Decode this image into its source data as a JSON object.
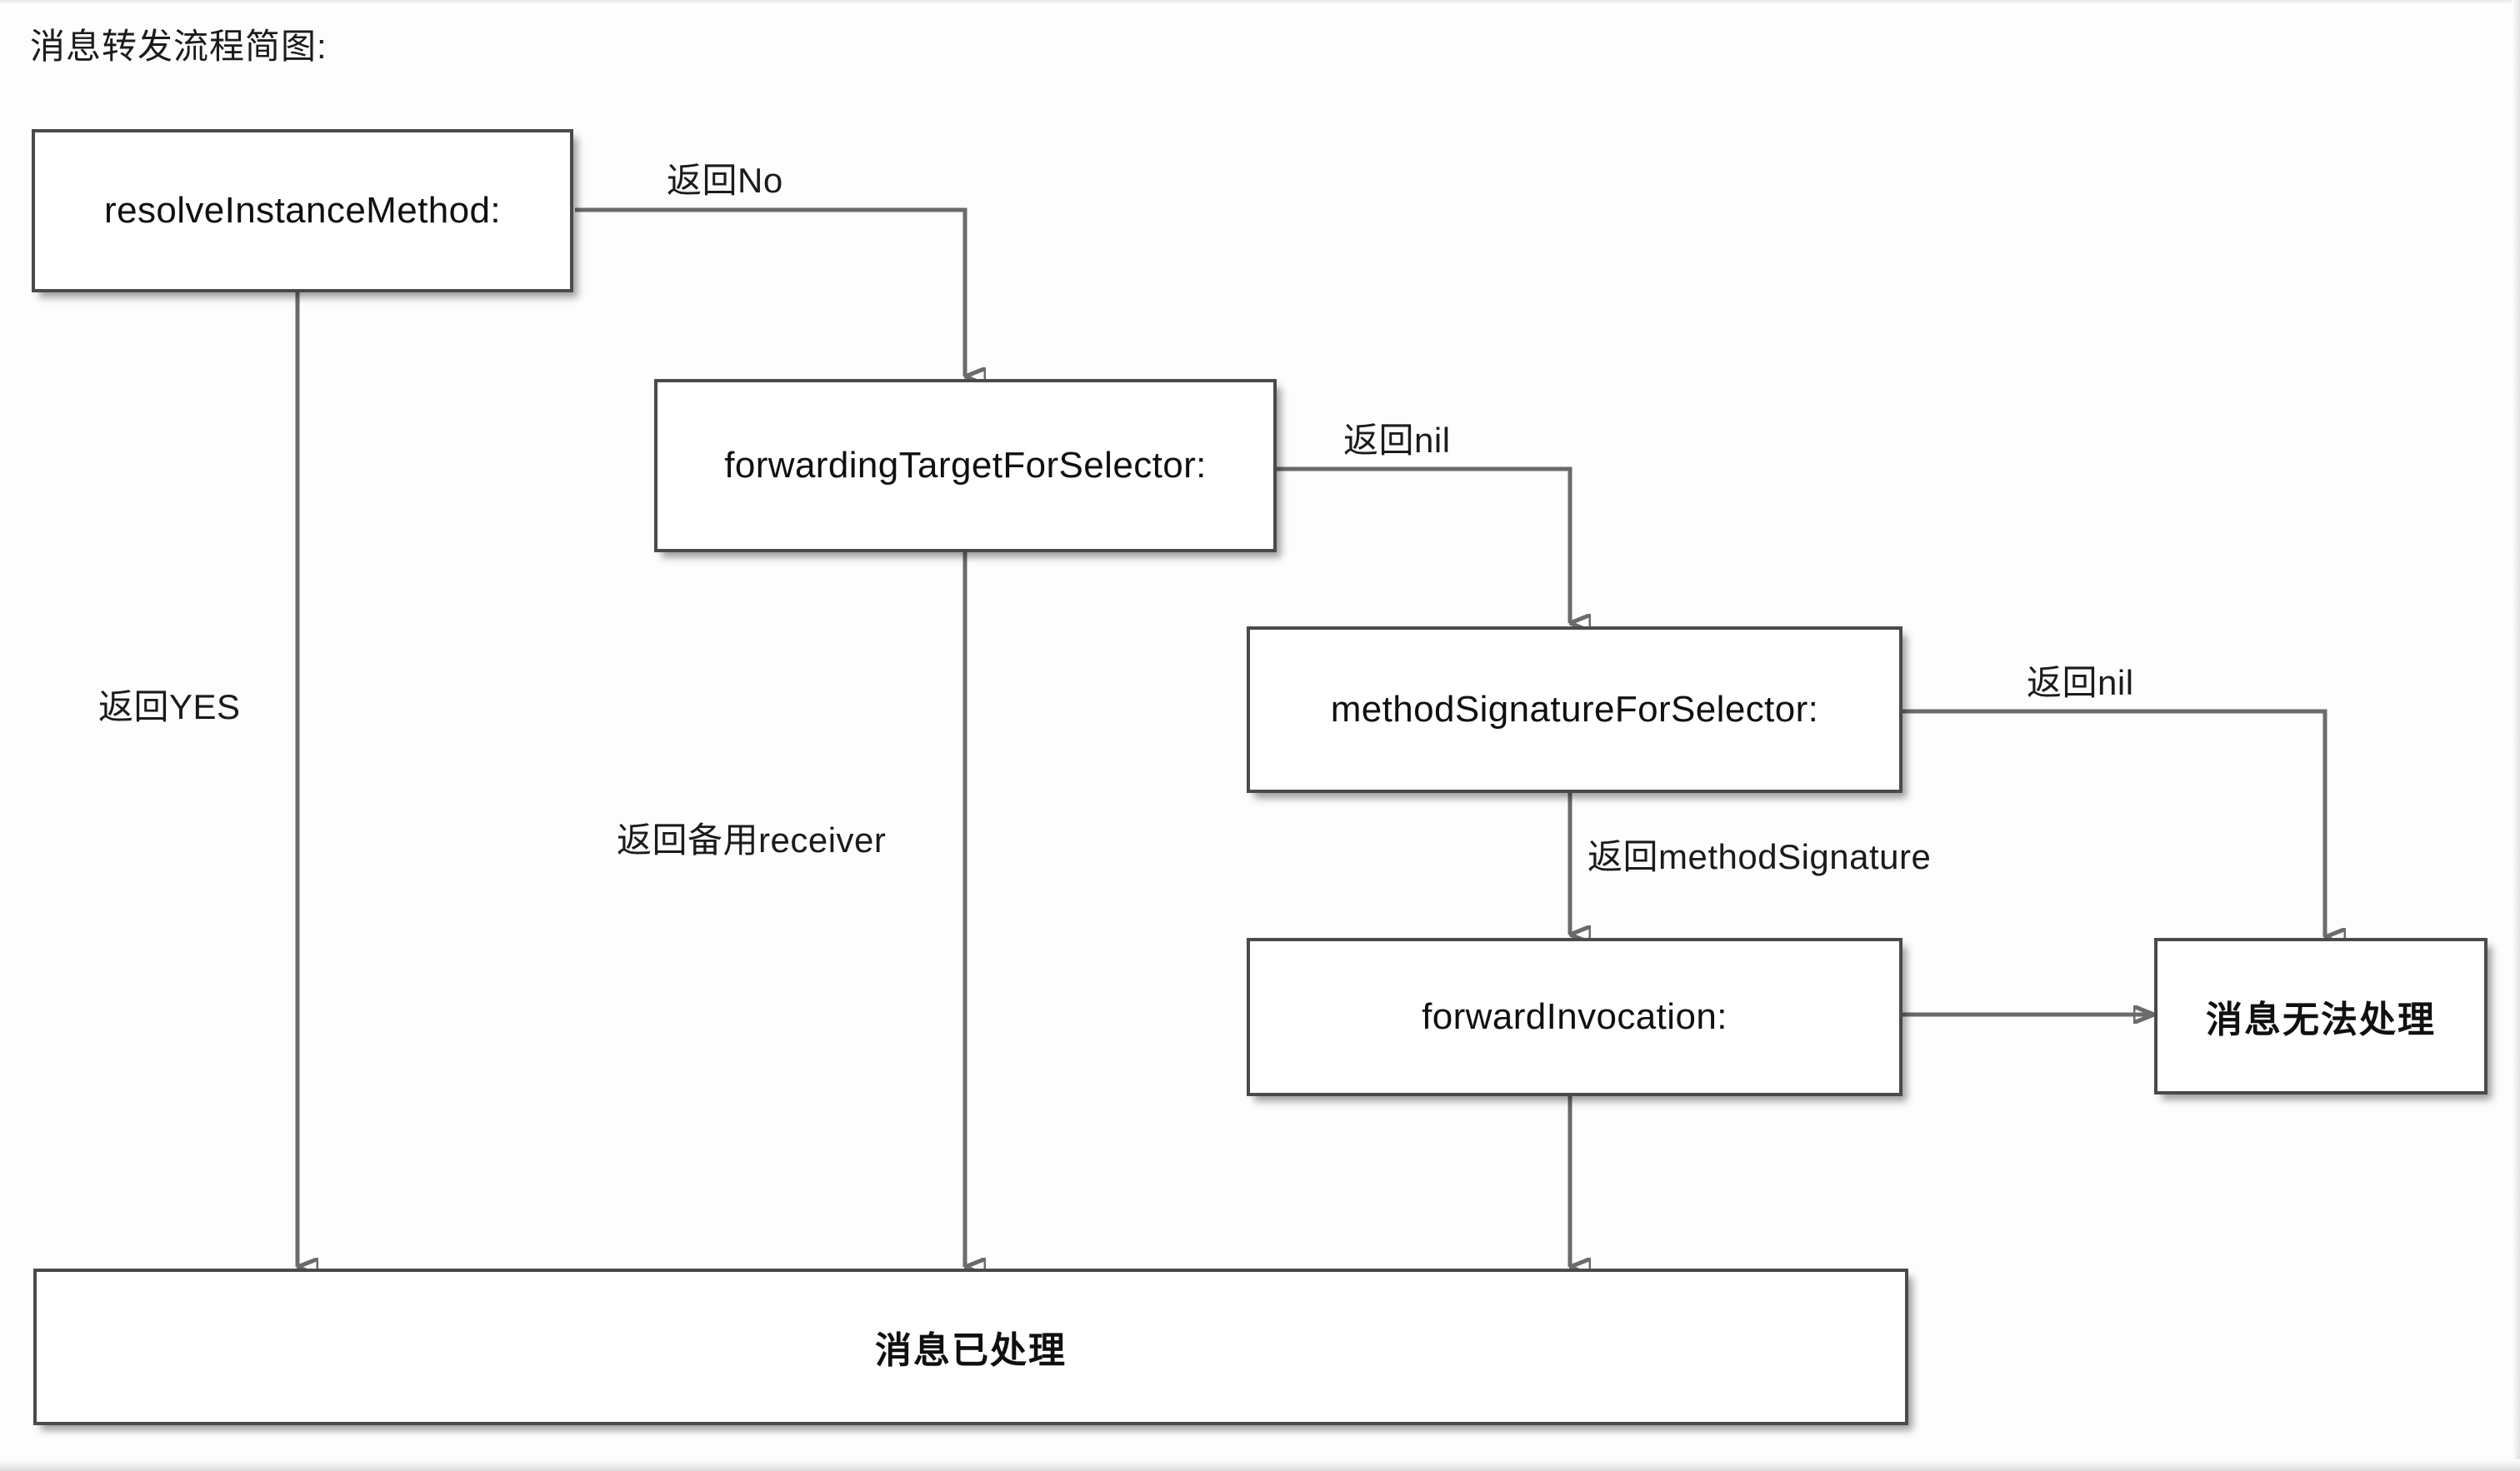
{
  "title": "消息转发流程简图:",
  "nodes": [
    {
      "id": "resolveInstanceMethod",
      "label": "resolveInstanceMethod:"
    },
    {
      "id": "forwardingTargetForSelector",
      "label": "forwardingTargetForSelector:"
    },
    {
      "id": "methodSignatureForSelector",
      "label": "methodSignatureForSelector:"
    },
    {
      "id": "forwardInvocation",
      "label": "forwardInvocation:"
    },
    {
      "id": "messageUnhandled",
      "label": "消息无法处理"
    },
    {
      "id": "messageHandled",
      "label": "消息已处理"
    }
  ],
  "edge_labels": {
    "return_no": "返回No",
    "return_yes": "返回YES",
    "return_nil_1": "返回nil",
    "return_nil_2": "返回nil",
    "return_backup_receiver": "返回备用receiver",
    "return_method_signature": "返回methodSignature"
  },
  "colors": {
    "box_border": "#4a4a4a",
    "wire": "#6b6b6b",
    "text": "#101010",
    "background": "#fdfdfd"
  }
}
